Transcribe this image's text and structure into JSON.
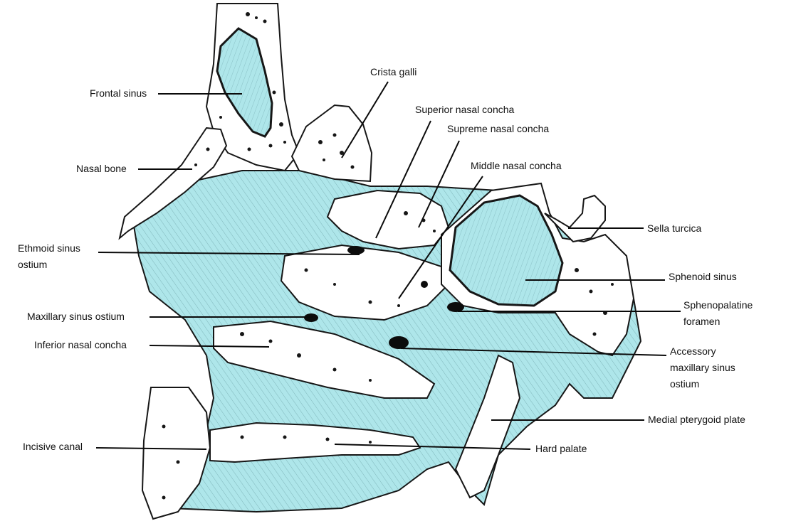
{
  "labels": {
    "frontal_sinus": "Frontal sinus",
    "nasal_bone": "Nasal bone",
    "crista_galli": "Crista galli",
    "superior_nasal_concha": "Superior nasal concha",
    "supreme_nasal_concha": "Supreme nasal concha",
    "middle_nasal_concha": "Middle nasal concha",
    "sella_turcica": "Sella turcica",
    "ethmoid_sinus_ostium": "Ethmoid sinus\nostium",
    "sphenoid_sinus": "Sphenoid sinus",
    "maxillary_sinus_ostium": "Maxillary sinus ostium",
    "sphenopalatine_foramen": "Sphenopalatine\nforamen",
    "inferior_nasal_concha": "Inferior nasal concha",
    "accessory_maxillary_sinus_ostium": "Accessory\nmaxillary sinus\nostium",
    "medial_pterygoid_plate": "Medial pterygoid plate",
    "incisive_canal": "Incisive canal",
    "hard_palate": "Hard palate"
  },
  "colors": {
    "mucosa": "#aee6ea",
    "mucosa_dark": "#2e5f66",
    "bone": "#ffffff",
    "outline": "#161616",
    "foramen": "#0c0c0c"
  }
}
